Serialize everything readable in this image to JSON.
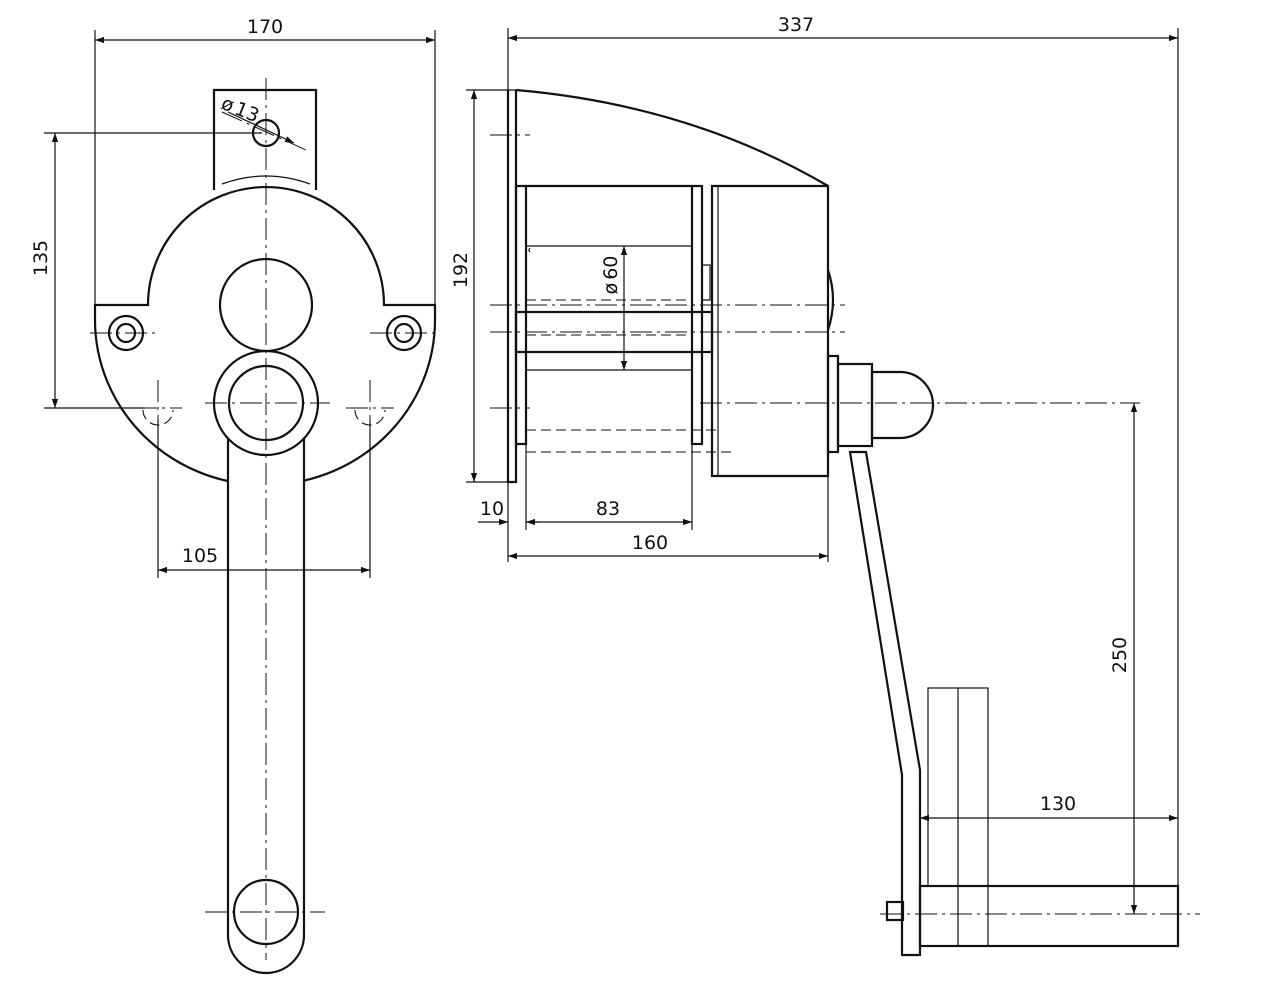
{
  "drawing": {
    "front_view": {
      "width_dim": "170",
      "hole_dia_prefix": "ø",
      "hole_dia": "13",
      "height_dim": "135",
      "bolt_spacing_dim": "105"
    },
    "side_view": {
      "overall_dim": "337",
      "height_dim": "192",
      "drum_dia_prefix": "ø",
      "drum_dia": "60",
      "flange_dim": "10",
      "drum_len_dim": "83",
      "body_len_dim": "160",
      "crank_radius_dim": "250",
      "handle_len_dim": "130"
    }
  }
}
